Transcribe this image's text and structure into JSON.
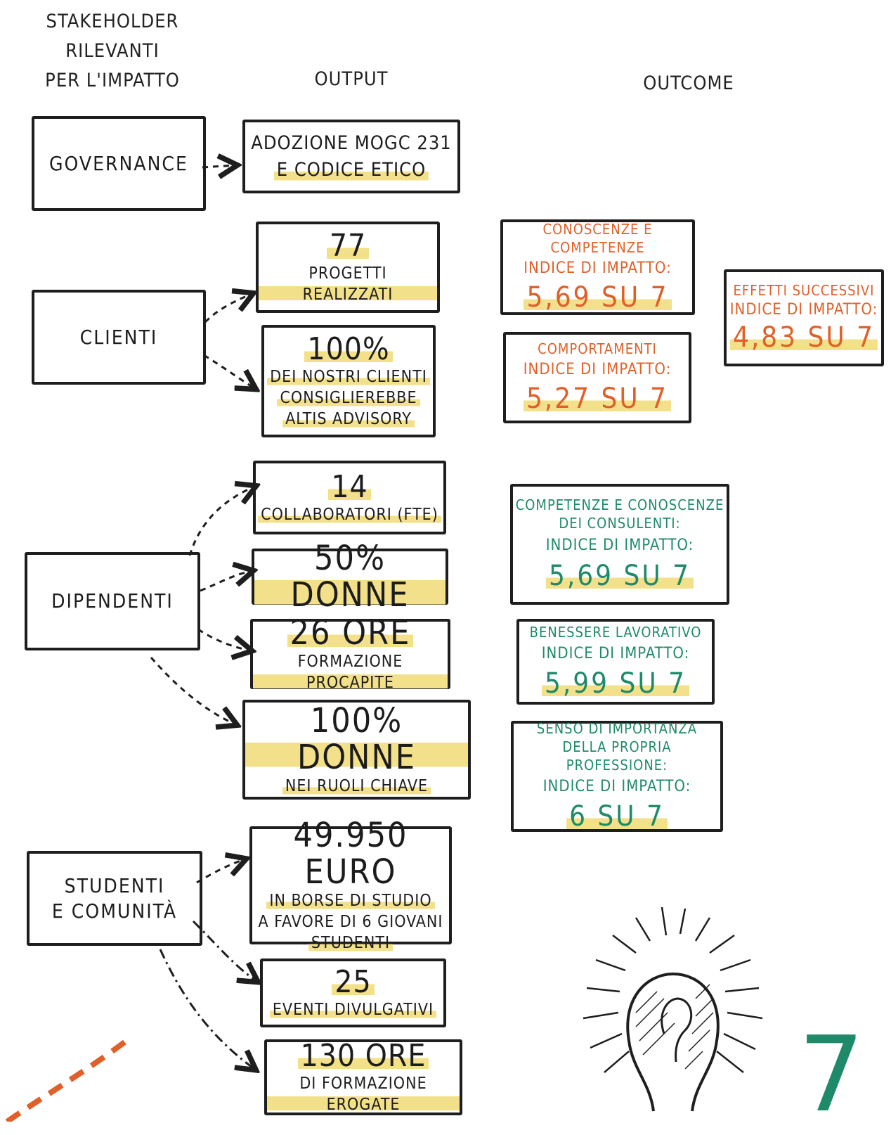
{
  "headers": {
    "stakeholder": [
      "STAKEHOLDER",
      "RILEVANTI",
      "PER L'IMPATTO"
    ],
    "output": "OUTPUT",
    "outcome": "OUTCOME"
  },
  "stakeholders": {
    "governance": "GOVERNANCE",
    "clienti": "CLIENTI",
    "dipendenti": "DIPENDENTI",
    "studenti": [
      "STUDENTI",
      "E COMUNITÀ"
    ]
  },
  "outputs": {
    "mogc": [
      "ADOZIONE MOGC 231",
      "E CODICE ETICO"
    ],
    "progetti": {
      "value": "77",
      "label": "PROGETTI REALIZZATI"
    },
    "clienti": {
      "value": "100%",
      "lines": [
        "DEI NOSTRI CLIENTI",
        "CONSIGLIEREBBE",
        "ALTIS ADVISORY"
      ]
    },
    "collaboratori": {
      "value": "14",
      "label": "COLLABORATORI (FTE)"
    },
    "donne": "50% DONNE",
    "formazione": {
      "value": "26 ORE",
      "label": "FORMAZIONE PROCAPITE"
    },
    "ruoli": {
      "value": "100% DONNE",
      "label": "NEI RUOLI CHIAVE"
    },
    "borse": {
      "value": "49.950 EURO",
      "lines": [
        "IN BORSE DI STUDIO",
        "A FAVORE DI 6 GIOVANI",
        "STUDENTI"
      ]
    },
    "eventi": {
      "value": "25",
      "label": "EVENTI DIVULGATIVI"
    },
    "ore_erogate": {
      "value": "130 ORE",
      "label": "DI FORMAZIONE EROGATE"
    }
  },
  "outcomes": {
    "conoscenze": {
      "title": "CONOSCENZE E COMPETENZE",
      "index_label": "INDICE DI IMPATTO:",
      "value": "5,69 SU 7"
    },
    "comportamenti": {
      "title": "COMPORTAMENTI",
      "index_label": "INDICE DI IMPATTO:",
      "value": "5,27 SU 7"
    },
    "effetti": {
      "title": "EFFETTI SUCCESSIVI",
      "index_label": "INDICE DI IMPATTO:",
      "value": "4,83 SU 7"
    },
    "consulenti": {
      "title": [
        "COMPETENZE E CONOSCENZE",
        "DEI CONSULENTI:"
      ],
      "index_label": "INDICE DI IMPATTO:",
      "value": "5,69 SU 7"
    },
    "benessere": {
      "title": "BENESSERE LAVORATIVO",
      "index_label": "INDICE DI IMPATTO:",
      "value": "5,99 SU 7"
    },
    "importanza": {
      "title": [
        "SENSO DI IMPORTANZA",
        "DELLA PROPRIA PROFESSIONE:"
      ],
      "index_label": "INDICE DI IMPATTO:",
      "value": "6 SU 7"
    }
  },
  "page_number": "7",
  "colors": {
    "orange": "#e0602a",
    "green": "#1f8a6a",
    "highlight": "#f3e08a",
    "ink": "#1e1e1e"
  },
  "icons": [
    "lightbulb-icon",
    "dashed-arc-decoration"
  ]
}
